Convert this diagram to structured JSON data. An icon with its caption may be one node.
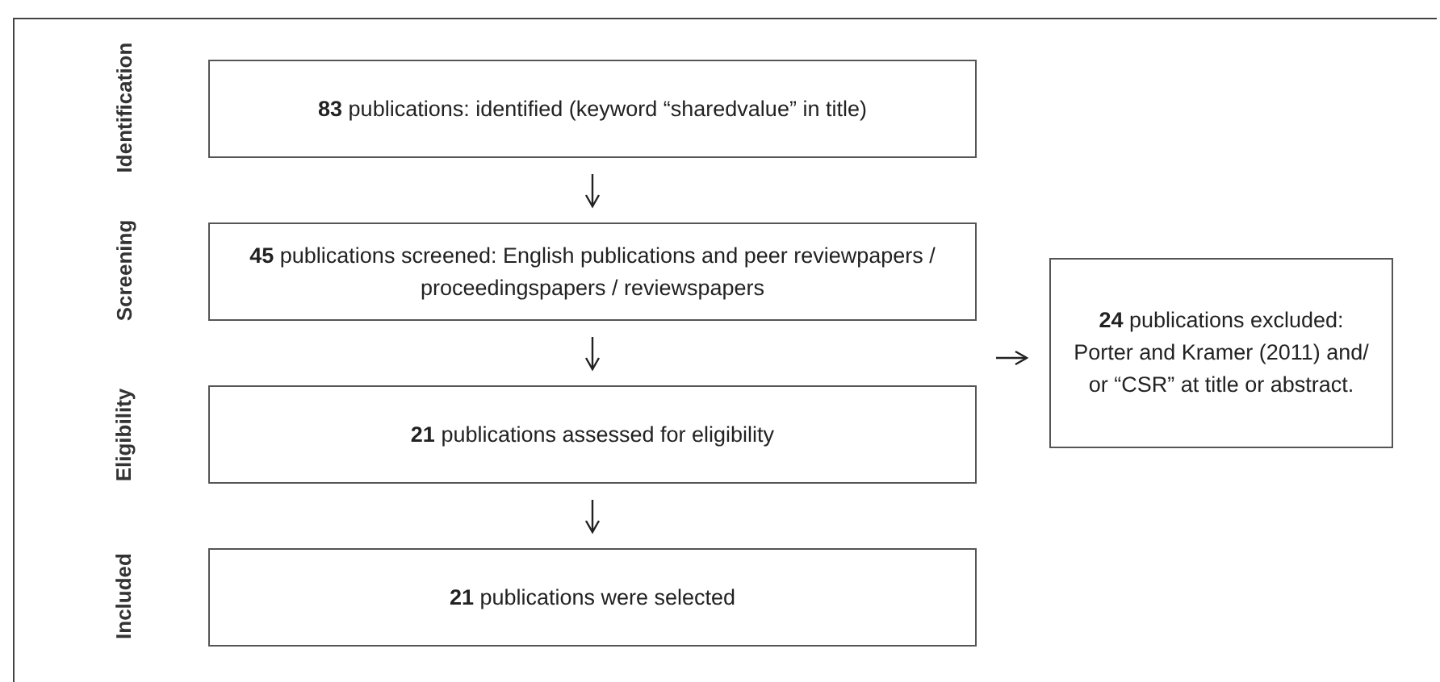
{
  "diagram": {
    "nodes": [
      {
        "text": [
          "**83** publications: identified (keyword “sharedvalue” in title)"
        ]
      },
      {
        "text": [
          "**45** publications screened: English publications and peer reviewpapers / proceedingspapers / reviewspapers"
        ]
      },
      {
        "text": [
          "**21** publications assessed for eligibility"
        ]
      },
      {
        "text": [
          "**21** publications were selected"
        ]
      },
      {
        "text": [
          "**24** publications excluded: Porter and Kramer (2011) and/ or “CSR” at title or abstract."
        ]
      }
    ],
    "edges": [
      {
        "from": 0,
        "to": 1,
        "arrow": "to"
      },
      {
        "from": 1,
        "to": 2,
        "arrow": "to"
      },
      {
        "from": 2,
        "to": 3,
        "arrow": "to"
      },
      {
        "from": null,
        "to": 4,
        "arrow": "to"
      }
    ],
    "labels": [
      "Identification",
      "Screening",
      "Eligibility",
      "Included"
    ]
  }
}
